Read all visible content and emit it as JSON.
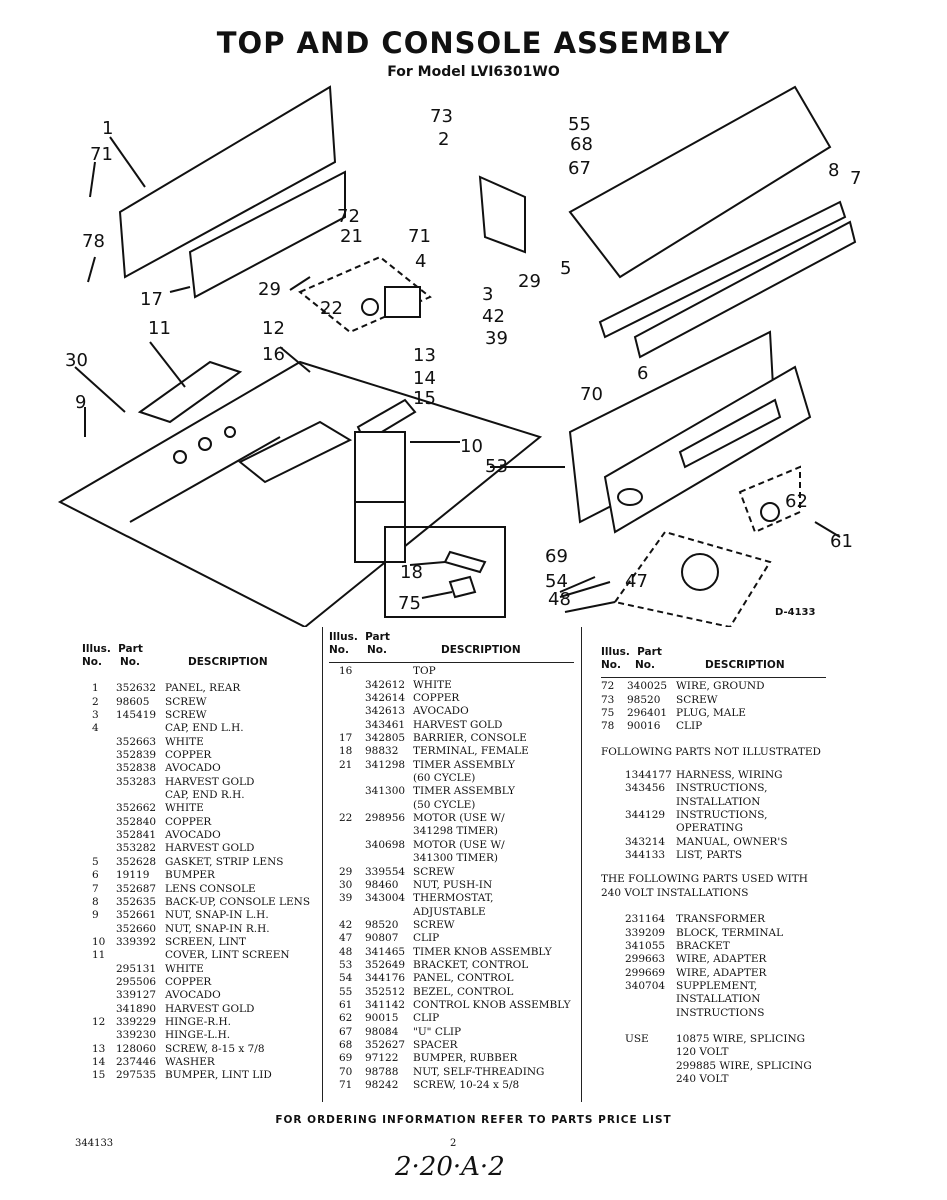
{
  "title": "TOP AND CONSOLE ASSEMBLY",
  "subtitle": "For Model LVI6301WO",
  "diagram_code": "D-4133",
  "callouts": [
    "1",
    "71",
    "78",
    "17",
    "29",
    "22",
    "21",
    "72",
    "71",
    "73",
    "2",
    "4",
    "3",
    "55",
    "68",
    "67",
    "8",
    "7",
    "5",
    "29",
    "42",
    "39",
    "11",
    "12",
    "16",
    "13",
    "14",
    "15",
    "30",
    "9",
    "10",
    "53",
    "70",
    "6",
    "62",
    "61",
    "69",
    "54",
    "47",
    "48",
    "18",
    "75"
  ],
  "header": {
    "illus": "Illus.",
    "part": "Part",
    "no1": "No.",
    "no2": "No.",
    "description": "DESCRIPTION"
  },
  "col1": [
    [
      "1",
      "352632",
      "PANEL, REAR"
    ],
    [
      "2",
      "98605",
      "SCREW"
    ],
    [
      "3",
      "145419",
      "SCREW"
    ],
    [
      "4",
      "",
      "CAP, END L.H."
    ],
    [
      "",
      "352663",
      "WHITE"
    ],
    [
      "",
      "352839",
      "COPPER"
    ],
    [
      "",
      "352838",
      "AVOCADO"
    ],
    [
      "",
      "353283",
      "HARVEST GOLD"
    ],
    [
      "",
      "",
      "CAP, END R.H."
    ],
    [
      "",
      "352662",
      "WHITE"
    ],
    [
      "",
      "352840",
      "COPPER"
    ],
    [
      "",
      "352841",
      "AVOCADO"
    ],
    [
      "",
      "353282",
      "HARVEST GOLD"
    ],
    [
      "5",
      "352628",
      "GASKET, STRIP LENS"
    ],
    [
      "6",
      "19119",
      "BUMPER"
    ],
    [
      "7",
      "352687",
      "LENS CONSOLE"
    ],
    [
      "8",
      "352635",
      "BACK-UP, CONSOLE LENS"
    ],
    [
      "9",
      "352661",
      "NUT, SNAP-IN L.H."
    ],
    [
      "",
      "352660",
      "NUT, SNAP-IN R.H."
    ],
    [
      "10",
      "339392",
      "SCREEN, LINT"
    ],
    [
      "11",
      "",
      "COVER, LINT SCREEN"
    ],
    [
      "",
      "295131",
      "WHITE"
    ],
    [
      "",
      "295506",
      "COPPER"
    ],
    [
      "",
      "339127",
      "AVOCADO"
    ],
    [
      "",
      "341890",
      "HARVEST GOLD"
    ],
    [
      "12",
      "339229",
      "HINGE-R.H."
    ],
    [
      "",
      "339230",
      "HINGE-L.H."
    ],
    [
      "13",
      "128060",
      "SCREW, 8-15 x 7/8"
    ],
    [
      "14",
      "237446",
      "WASHER"
    ],
    [
      "15",
      "297535",
      "BUMPER, LINT LID"
    ]
  ],
  "col2": [
    [
      "16",
      "",
      "TOP"
    ],
    [
      "",
      "342612",
      "WHITE"
    ],
    [
      "",
      "342614",
      "COPPER"
    ],
    [
      "",
      "342613",
      "AVOCADO"
    ],
    [
      "",
      "343461",
      "HARVEST GOLD"
    ],
    [
      "17",
      "342805",
      "BARRIER, CONSOLE"
    ],
    [
      "18",
      "98832",
      "TERMINAL, FEMALE"
    ],
    [
      "21",
      "341298",
      "TIMER ASSEMBLY"
    ],
    [
      "",
      "",
      "(60 CYCLE)"
    ],
    [
      "",
      "341300",
      "TIMER ASSEMBLY"
    ],
    [
      "",
      "",
      "(50 CYCLE)"
    ],
    [
      "22",
      "298956",
      "MOTOR (USE W/"
    ],
    [
      "",
      "",
      "341298 TIMER)"
    ],
    [
      "",
      "340698",
      "MOTOR (USE W/"
    ],
    [
      "",
      "",
      "341300 TIMER)"
    ],
    [
      "29",
      "339554",
      "SCREW"
    ],
    [
      "30",
      "98460",
      "NUT, PUSH-IN"
    ],
    [
      "39",
      "343004",
      "THERMOSTAT,"
    ],
    [
      "",
      "",
      "ADJUSTABLE"
    ],
    [
      "42",
      "98520",
      "SCREW"
    ],
    [
      "47",
      "90807",
      "CLIP"
    ],
    [
      "48",
      "341465",
      "TIMER KNOB ASSEMBLY"
    ],
    [
      "53",
      "352649",
      "BRACKET, CONTROL"
    ],
    [
      "54",
      "344176",
      "PANEL, CONTROL"
    ],
    [
      "55",
      "352512",
      "BEZEL, CONTROL"
    ],
    [
      "61",
      "341142",
      "CONTROL KNOB ASSEMBLY"
    ],
    [
      "62",
      "90015",
      "CLIP"
    ],
    [
      "67",
      "98084",
      "\"U\" CLIP"
    ],
    [
      "68",
      "352627",
      "SPACER"
    ],
    [
      "69",
      "97122",
      "BUMPER, RUBBER"
    ],
    [
      "70",
      "98788",
      "NUT, SELF-THREADING"
    ],
    [
      "71",
      "98242",
      "SCREW, 10-24 x 5/8"
    ]
  ],
  "col3": [
    [
      "72",
      "340025",
      "WIRE, GROUND"
    ],
    [
      "73",
      "98520",
      "SCREW"
    ],
    [
      "75",
      "296401",
      "PLUG, MALE"
    ],
    [
      "78",
      "90016",
      "CLIP"
    ]
  ],
  "not_illustrated_heading": "FOLLOWING PARTS NOT ILLUSTRATED",
  "not_illustrated": [
    [
      "1344177",
      "HARNESS, WIRING"
    ],
    [
      "343456",
      "INSTRUCTIONS,"
    ],
    [
      "",
      "INSTALLATION"
    ],
    [
      "344129",
      "INSTRUCTIONS,"
    ],
    [
      "",
      "OPERATING"
    ],
    [
      "343214",
      "MANUAL, OWNER'S"
    ],
    [
      "344133",
      "LIST, PARTS"
    ]
  ],
  "volt240_heading_1": "THE FOLLOWING PARTS USED WITH",
  "volt240_heading_2": "240 VOLT INSTALLATIONS",
  "volt240": [
    [
      "231164",
      "TRANSFORMER"
    ],
    [
      "339209",
      "BLOCK, TERMINAL"
    ],
    [
      "341055",
      "BRACKET"
    ],
    [
      "299663",
      "WIRE, ADAPTER"
    ],
    [
      "299669",
      "WIRE, ADAPTER"
    ],
    [
      "340704",
      "SUPPLEMENT,"
    ],
    [
      "",
      "INSTALLATION"
    ],
    [
      "",
      "INSTRUCTIONS"
    ]
  ],
  "use_label": "USE",
  "use_lines": [
    "10875 WIRE, SPLICING",
    "120 VOLT",
    "299885 WIRE, SPLICING",
    "240 VOLT"
  ],
  "footer": "FOR ORDERING INFORMATION REFER TO PARTS PRICE LIST",
  "doc_number": "344133",
  "page_number": "2",
  "handwriting": "2·20·A·2"
}
